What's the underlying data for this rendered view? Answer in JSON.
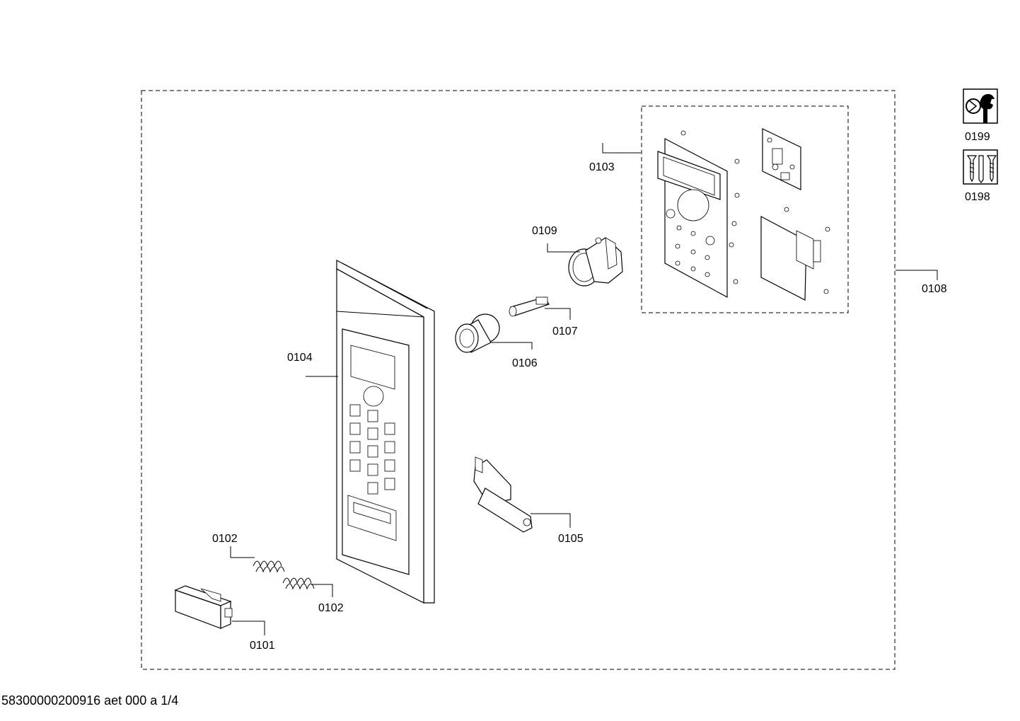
{
  "labels": {
    "p0101": "0101",
    "p0102a": "0102",
    "p0102b": "0102",
    "p0103": "0103",
    "p0104": "0104",
    "p0105": "0105",
    "p0106": "0106",
    "p0107": "0107",
    "p0108": "0108",
    "p0109": "0109",
    "p0198": "0198",
    "p0199": "0199"
  },
  "footer": "58300000200916 aet 000 a 1/4"
}
